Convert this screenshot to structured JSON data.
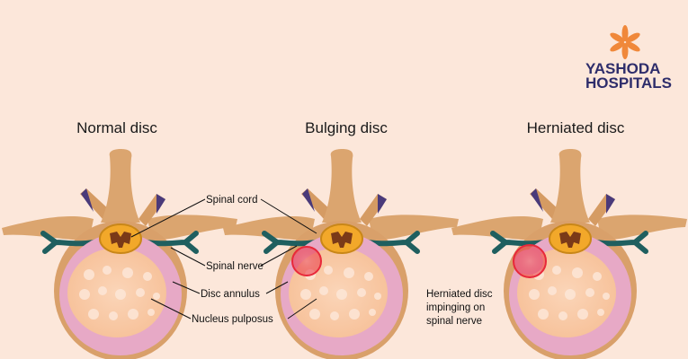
{
  "logo": {
    "line1": "YASHODA",
    "line2": "HOSPITALS",
    "brand_color": "#f0883a",
    "text_color": "#2e2d6b"
  },
  "titles": [
    "Normal disc",
    "Bulging disc",
    "Herniated disc"
  ],
  "labels": {
    "spinal_cord": "Spinal cord",
    "spinal_nerve": "Spinal nerve",
    "disc_annulus": "Disc annulus",
    "nucleus_pulposus": "Nucleus pulposus",
    "herniated": [
      "Herniated disc",
      "impinging on",
      "spinal nerve"
    ]
  },
  "colors": {
    "background": "#fce7da",
    "bone": "#dba56f",
    "annulus": "#e7a9c6",
    "nucleus": "#f8c8a4",
    "nerve": "#1f5f5f",
    "highlight": "#e8283a"
  }
}
